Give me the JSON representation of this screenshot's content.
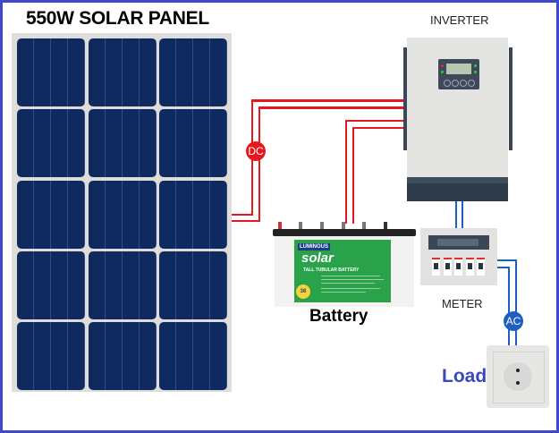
{
  "title": "550W SOLAR PANEL",
  "components": {
    "inverter": {
      "label": "INVERTER"
    },
    "battery": {
      "label": "Battery",
      "brand": "LUMINOUS",
      "product": "solar",
      "subtitle": "TALL TUBULAR BATTERY",
      "badge": "36"
    },
    "meter": {
      "label": "METER"
    },
    "load": {
      "label": "Load"
    }
  },
  "connections": {
    "dc": {
      "label": "DC",
      "color": "#e8161e"
    },
    "ac": {
      "label": "AC",
      "color": "#1e5fbf"
    }
  },
  "solar_panel": {
    "rows": 5,
    "cols": 3,
    "cell_color": "#0e2a5e",
    "frame_color": "#dedddb"
  },
  "frame_color": "#3f48cc"
}
